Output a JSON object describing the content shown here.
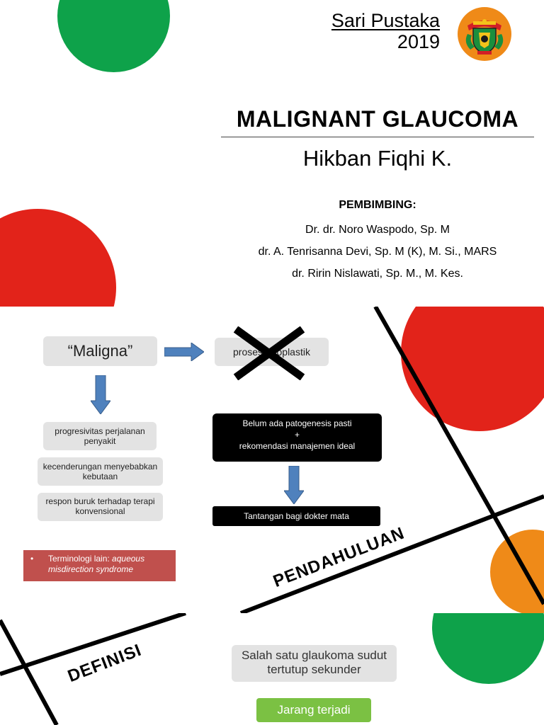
{
  "slide_title": {
    "series": [
      "Sari Pustaka",
      "2019"
    ],
    "logo_icon": "university-seal-icon",
    "title": "MALIGNANT GLAUCOMA",
    "author": "Hikban Fiqhi K.",
    "supervisor_label": "PEMBIMBING:",
    "supervisors": [
      "Dr. dr. Noro Waspodo, Sp. M",
      "dr. A. Tenrisanna Devi, Sp. M (K), M. Si., MARS",
      "dr. Ririn Nislawati, Sp. M., M. Kes."
    ],
    "colors": {
      "green": "#0ea24a",
      "red": "#e2231a",
      "orange": "#ef8a18"
    }
  },
  "slide_intro": {
    "maligna": "“Maligna”",
    "neoplastic": "proses neoplastik",
    "crossed_icon": "cross-out-icon",
    "reasons": [
      "progresivitas perjalanan penyakit",
      "kecenderungan menyebabkan kebutaan",
      "respon buruk terhadap terapi konvensional"
    ],
    "black_box_lines": [
      "Belum ada patogenesis pasti",
      "+",
      "rekomendasi manajemen ideal"
    ],
    "challenge": "Tantangan bagi dokter mata",
    "note_prefix": "Terminologi lain: ",
    "note_italic": "aqueous misdirection syndrome",
    "section_label": "PENDAHULUAN",
    "colors": {
      "box_gray": "#e3e3e3",
      "arrow_blue": "#4f81bd",
      "note_red": "#c0504d"
    }
  },
  "slide_def": {
    "section_label": "DEFINISI",
    "definition": "Salah satu glaukoma sudut tertutup sekunder",
    "rarity": "Jarang terjadi",
    "colors": {
      "button_green": "#7bc143"
    }
  }
}
